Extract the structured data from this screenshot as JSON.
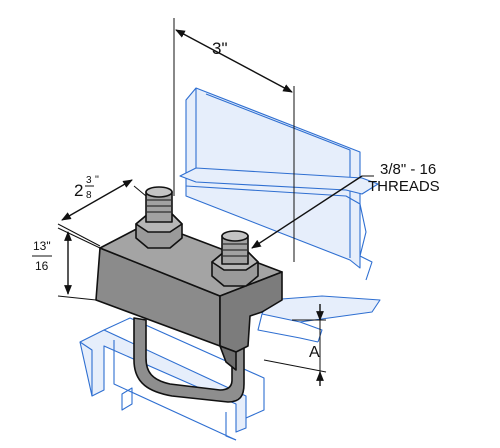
{
  "colors": {
    "line_art": "#2f6fd1",
    "outline": "#111111",
    "clamp_fill": "#8e8e8e",
    "background": "#ffffff"
  },
  "labels": {
    "width_dim": "3\"",
    "depth_whole": "2",
    "depth_num": "3",
    "depth_den": "8",
    "depth_inch": "\"",
    "thread_line1": "3/8\" - 16",
    "thread_line2": "THREADS",
    "height_num": "13\"",
    "height_den": "16",
    "gap_dim": "A"
  }
}
